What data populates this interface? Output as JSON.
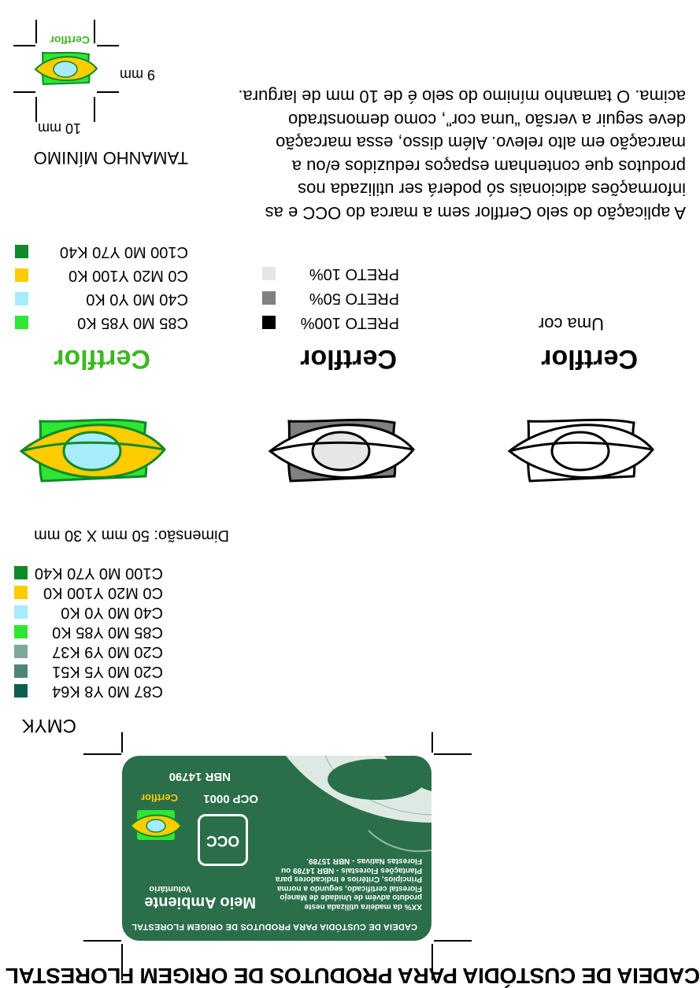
{
  "title": "CADEIA DE CUSTÓDIA PARA PRODUTOS DE ORIGEM FLORESTAL",
  "card": {
    "header": "CADEIA DE CUSTÓDIA PARA PRODUTOS DE ORIGEM FLORESTAL",
    "meio": "Meio Ambiente",
    "voluntario": "Voluntário",
    "brand": "Certflor",
    "paragraph": "XX% da madeira utilizada neste produto advém de Unidade de Manejo Florestal certificado, segundo a norma Princípios, Critérios e Indicadores para Plantações Florestais - NBR 14789 ou Florestas Nativas - NBR 15789.",
    "occ": "OCC",
    "ocp": "OCP 0001",
    "nbr": "NBR 14790"
  },
  "cmyk": {
    "heading": "CMYK",
    "swatches": [
      {
        "label": "C87 M0 Y8 K64",
        "color": "#0d5e50"
      },
      {
        "label": "C20 M0 Y5 K51",
        "color": "#4f8578"
      },
      {
        "label": "C20 M0 Y9 K37",
        "color": "#7fa898"
      },
      {
        "label": "C85 M0 Y85 K0",
        "color": "#2fe632"
      },
      {
        "label": "C40 M0 Y0 K0",
        "color": "#a6ecfa"
      },
      {
        "label": "C0 M20 Y100 K0",
        "color": "#ffcc00"
      },
      {
        "label": "C100 M0 Y70 K40",
        "color": "#0f8a2a"
      }
    ]
  },
  "dimension": "Dimensão: 50 mm X 30 mm",
  "logos": {
    "brand": "Certflor",
    "uma_cor": "Uma cor"
  },
  "palette_color": [
    {
      "label": "C85 M0 Y85 K0",
      "color": "#2fe632"
    },
    {
      "label": "C40 M0 Y0 K0",
      "color": "#a6ecfa"
    },
    {
      "label": "C0 M20 Y100 K0",
      "color": "#ffcc00"
    },
    {
      "label": "C100 M0 Y70 K40",
      "color": "#0f8a2a"
    }
  ],
  "palette_gray": [
    {
      "label": "PRETO 100%",
      "color": "#000000"
    },
    {
      "label": "PRETO 50%",
      "color": "#808080"
    },
    {
      "label": "PRETO 10%",
      "color": "#e6e6e6"
    }
  ],
  "paragraph": "A aplicação do selo Certflor sem a marca do OCC e as informações adicionais só poderá ser utilizada nos produtos que contenham espaços reduzidos e/ou a marcação em alto relevo. Além disso, essa marcação deve seguir a versão “uma cor”, como demonstrado acima. O tamanho mínimo do selo é de 10 mm de largura.",
  "minimum": {
    "heading": "TAMANHO MÍNIMO",
    "width": "10 mm",
    "height": "9 mm",
    "brand": "Certflor"
  }
}
